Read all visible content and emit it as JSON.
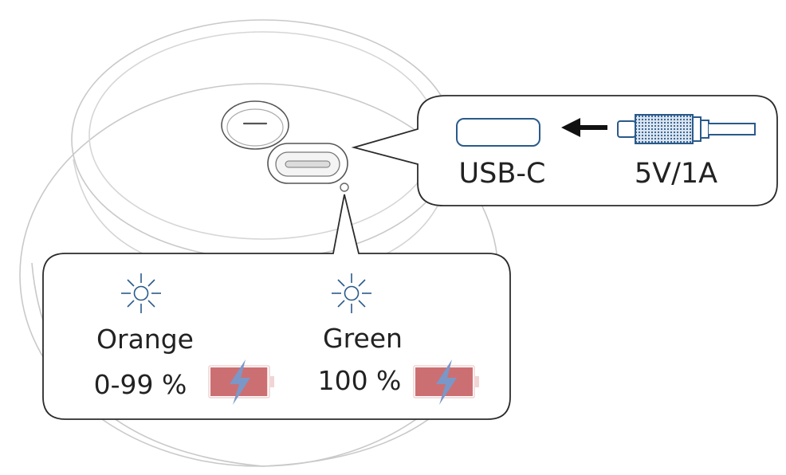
{
  "usb_callout": {
    "port_label": "USB-C",
    "power_label": "5V/1A"
  },
  "led_callout": {
    "states": [
      {
        "color_name": "Orange",
        "range": "0-99 %",
        "charge_fraction": 0.99
      },
      {
        "color_name": "Green",
        "range": "100 %",
        "charge_fraction": 1.0
      }
    ]
  },
  "colors": {
    "outline": "#2b2b2b",
    "device_line": "#c9c9c9",
    "accent_blue": "#2a5a8a",
    "battery_red": "#cc6f72",
    "bolt_blue": "#7b97c8"
  },
  "icons": [
    "led-light-icon",
    "usb-c-port-icon",
    "arrow-left-icon",
    "usb-cable-plug-icon",
    "battery-charging-icon"
  ]
}
